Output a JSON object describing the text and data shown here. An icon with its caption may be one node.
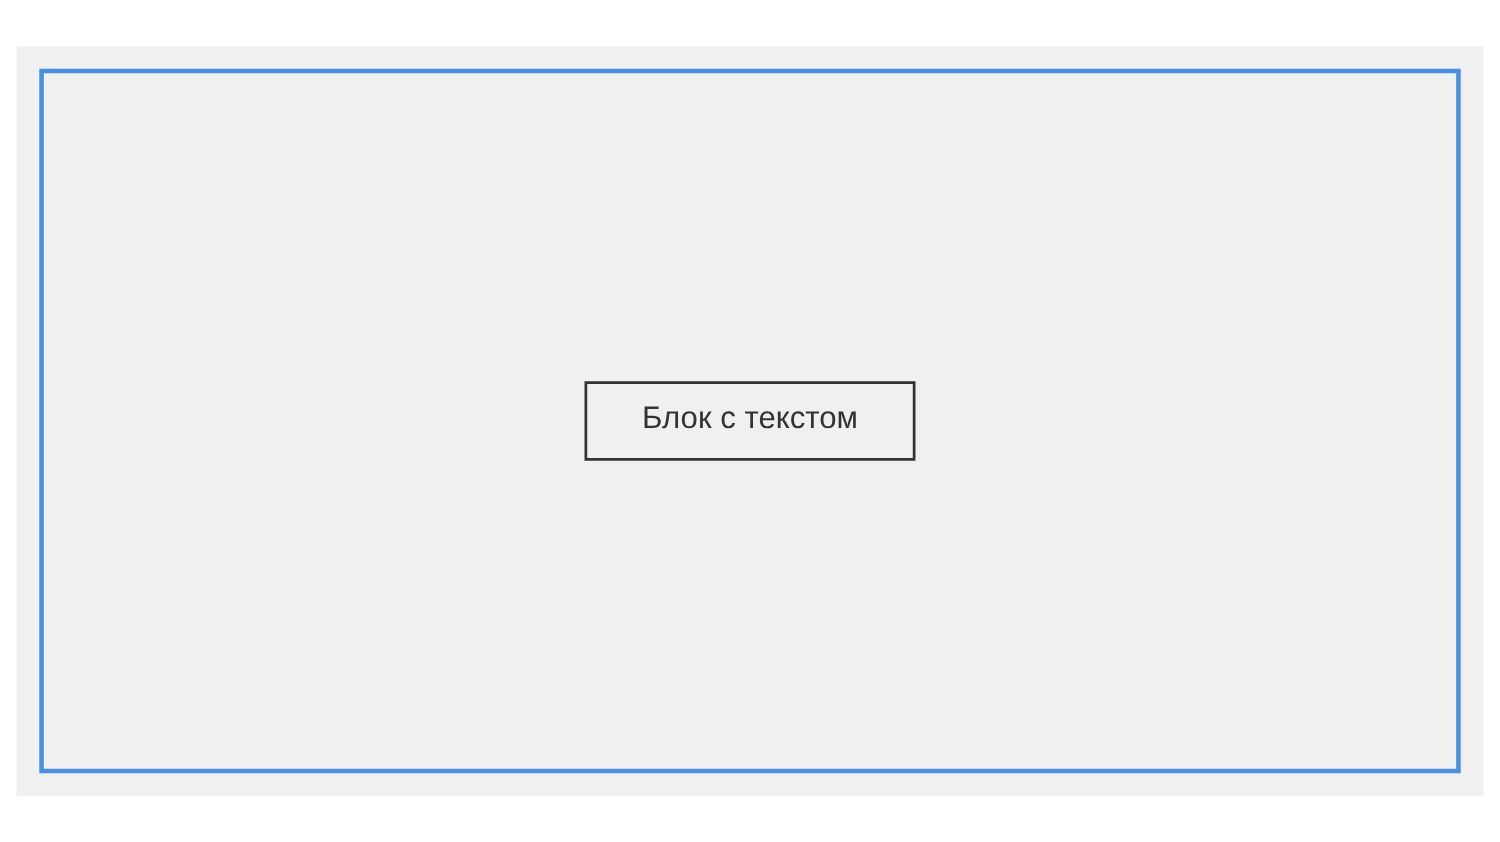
{
  "diagram": {
    "nodes": [
      {
        "text": [],
        "shape": "box"
      },
      {
        "text": [
          "Блок с текстом"
        ],
        "in": 0
      }
    ]
  }
}
